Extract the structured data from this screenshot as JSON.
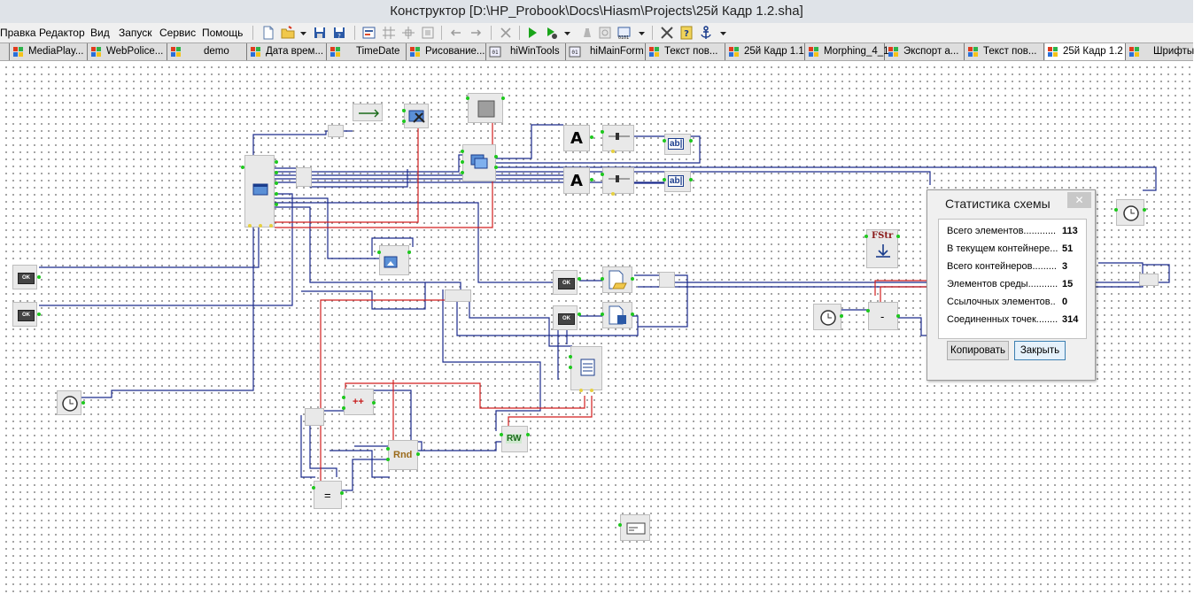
{
  "window": {
    "title": "Конструктор [D:\\HP_Probook\\Docs\\Hiasm\\Projects\\25й Кадр 1.2.sha]"
  },
  "menu": {
    "items": [
      {
        "label": "Правка"
      },
      {
        "label": "Редактор"
      },
      {
        "label": "Вид"
      },
      {
        "label": "Запуск"
      },
      {
        "label": "Сервис"
      },
      {
        "label": "Помощь"
      }
    ]
  },
  "toolbar": {
    "buttons": [
      {
        "icon": "new-icon"
      },
      {
        "icon": "open-icon"
      },
      {
        "icon": "save-icon"
      },
      {
        "icon": "save-all-icon"
      },
      {
        "icon": "properties-icon"
      },
      {
        "icon": "grid-icon"
      },
      {
        "icon": "align-icon"
      },
      {
        "icon": "fit-icon"
      },
      {
        "icon": "undo-icon"
      },
      {
        "icon": "redo-icon"
      },
      {
        "icon": "delete-icon"
      },
      {
        "icon": "run-icon"
      },
      {
        "icon": "debug-run-icon"
      },
      {
        "icon": "stop-icon"
      },
      {
        "icon": "compile-icon"
      },
      {
        "icon": "export-icon"
      },
      {
        "icon": "tools-icon"
      },
      {
        "icon": "help-icon"
      },
      {
        "icon": "anchor-icon"
      }
    ]
  },
  "tabs": [
    {
      "label": "MediaPlay..."
    },
    {
      "label": "WebPolice..."
    },
    {
      "label": "demo"
    },
    {
      "label": "Дата врем..."
    },
    {
      "label": "TimeDate"
    },
    {
      "label": "Рисование..."
    },
    {
      "label": "hiWinTools"
    },
    {
      "label": "hiMainForm"
    },
    {
      "label": "Текст пов..."
    },
    {
      "label": "25й Кадр 1.1"
    },
    {
      "label": "Morphing_4_1"
    },
    {
      "label": "Экспорт а..."
    },
    {
      "label": "Текст пов..."
    },
    {
      "label": "25й Кадр 1.2"
    },
    {
      "label": "Шрифты"
    }
  ],
  "components": {
    "ok_button_label": "OK",
    "font_label": "A",
    "edit_label": "ab|",
    "fstr_label": "FStr",
    "increment_label": "++",
    "random_label": "Rnd",
    "rw_label": "RW",
    "equal_label": "=",
    "minus_label": "-"
  },
  "dialog": {
    "title": "Статистика схемы",
    "close": "✕",
    "stats": [
      {
        "label": "Всего элементов............",
        "value": "113"
      },
      {
        "label": "В текущем контейнере...",
        "value": "51"
      },
      {
        "label": "Всего контейнеров.........",
        "value": "3"
      },
      {
        "label": "Элементов среды...........",
        "value": "15"
      },
      {
        "label": "Ссылочных элементов..",
        "value": "0"
      },
      {
        "label": "Соединенных точек........",
        "value": "314"
      }
    ],
    "copy_label": "Копировать",
    "close_label": "Закрыть"
  },
  "colors": {
    "wire_blue": "#1a2a8c",
    "wire_red": "#d21e1e",
    "pin_green": "#1ec81e",
    "accent": "#3c7fb1"
  }
}
